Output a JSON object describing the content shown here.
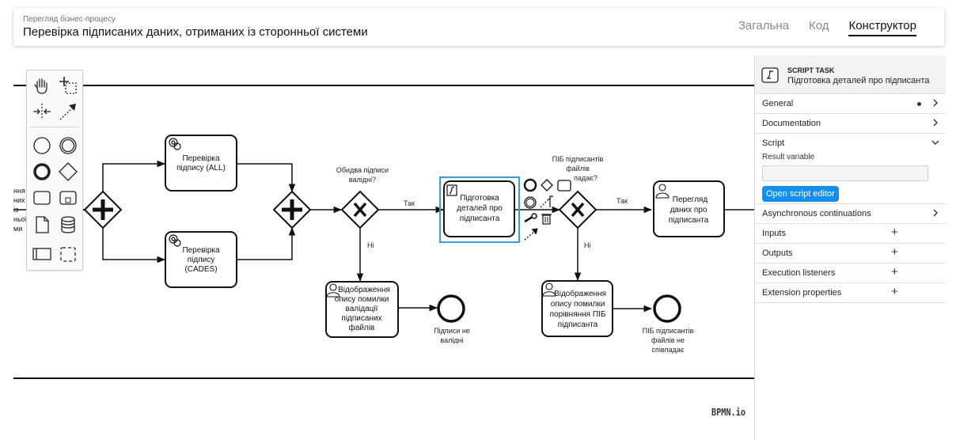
{
  "header": {
    "subtitle": "Перегляд бізнес-процесу",
    "title": "Перевірка підписаних даних, отриманих із сторонньої системи",
    "tabs": [
      {
        "label": "Загальна",
        "active": false
      },
      {
        "label": "Код",
        "active": false
      },
      {
        "label": "Конструктор",
        "active": true
      }
    ]
  },
  "diagram": {
    "lane_left_text": [
      "ння",
      "них",
      "із",
      "ньої",
      "ми"
    ],
    "task_check_all": [
      "Перевірка",
      "підпису (ALL)"
    ],
    "task_check_cades": [
      "Перевірка",
      "підпису",
      "(CADES)"
    ],
    "gateway1_question": [
      "Обидва підписи",
      "валідні?"
    ],
    "label_yes1": "Так",
    "label_no1": "Ні",
    "task_prepare": [
      "Підготовка",
      "деталей про",
      "підписанта"
    ],
    "task_show_error1": [
      "Відображення",
      "опису помилки",
      "валідації",
      "підписаних",
      "файлів"
    ],
    "end1_label": [
      "Підписи не",
      "валідні"
    ],
    "gateway2_question": [
      "ПІБ підписантів",
      "файлів",
      "падає?"
    ],
    "label_yes2": "Так",
    "label_no2": "Ні",
    "task_view_data": [
      "Перегляд",
      "даних про",
      "підписанта"
    ],
    "task_show_error2": [
      "Відображення",
      "опису помилки",
      "порівняння ПІБ",
      "підписанта"
    ],
    "end2_label": [
      "ПІБ підписантів",
      "файлів не",
      "співпадає"
    ],
    "logo": "BPMN.io"
  },
  "palette": {
    "tools": [
      "hand-tool-icon",
      "lasso-tool-icon",
      "space-tool-icon",
      "connect-tool-icon",
      "start-event-icon",
      "intermediate-event-icon",
      "end-event-icon",
      "gateway-icon",
      "task-icon",
      "subprocess-icon",
      "data-object-icon",
      "data-store-icon",
      "pool-icon",
      "group-icon"
    ]
  },
  "panel": {
    "element_type": "SCRIPT TASK",
    "element_name": "Підготовка деталей про підписанта",
    "groups_top": [
      {
        "label": "General",
        "dot": true
      },
      {
        "label": "Documentation",
        "dot": false
      }
    ],
    "script_group": {
      "label": "Script",
      "result_variable_label": "Result variable",
      "result_variable_value": "",
      "open_editor_label": "Open script editor"
    },
    "groups_bottom": [
      {
        "label": "Asynchronous continuations",
        "kind": "chevron"
      },
      {
        "label": "Inputs",
        "kind": "plus"
      },
      {
        "label": "Outputs",
        "kind": "plus"
      },
      {
        "label": "Execution listeners",
        "kind": "plus"
      },
      {
        "label": "Extension properties",
        "kind": "plus"
      }
    ]
  },
  "colors": {
    "accent": "#1390ef",
    "selection": "#3a9ad9",
    "stroke": "#111111"
  }
}
